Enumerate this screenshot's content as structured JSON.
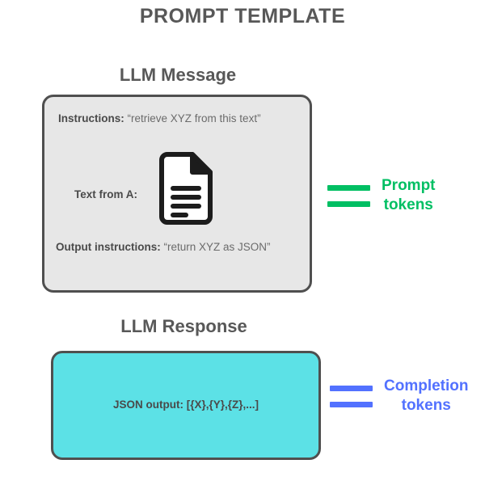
{
  "page": {
    "title": "PROMPT TEMPLATE",
    "background_color": "#ffffff"
  },
  "message_section": {
    "heading": "LLM Message",
    "box": {
      "fill_color": "#e7e7e7",
      "border_color": "#4f4f4f"
    },
    "rows": {
      "instructions_label": "Instructions:",
      "instructions_value": "“retrieve XYZ from this text”",
      "text_from_label": "Text from A:",
      "document_icon": "document-icon",
      "output_label": "Output instructions:",
      "output_value": "“return XYZ as JSON”"
    }
  },
  "response_section": {
    "heading": "LLM Response",
    "box": {
      "fill_color": "#5ce1e6",
      "border_color": "#4f4f4f"
    },
    "rows": {
      "json_label": "JSON output:",
      "json_value": "[{X},{Y},{Z},...]"
    }
  },
  "legends": {
    "prompt": {
      "line1": "Prompt",
      "line2": "tokens",
      "label": "Prompt\ntokens",
      "color": "#00bf63",
      "marker": "two-horizontal-bars"
    },
    "completion": {
      "line1": "Completion",
      "line2": "tokens",
      "label": "Completion\ntokens",
      "color": "#5271ff",
      "marker": "two-horizontal-bars"
    }
  }
}
